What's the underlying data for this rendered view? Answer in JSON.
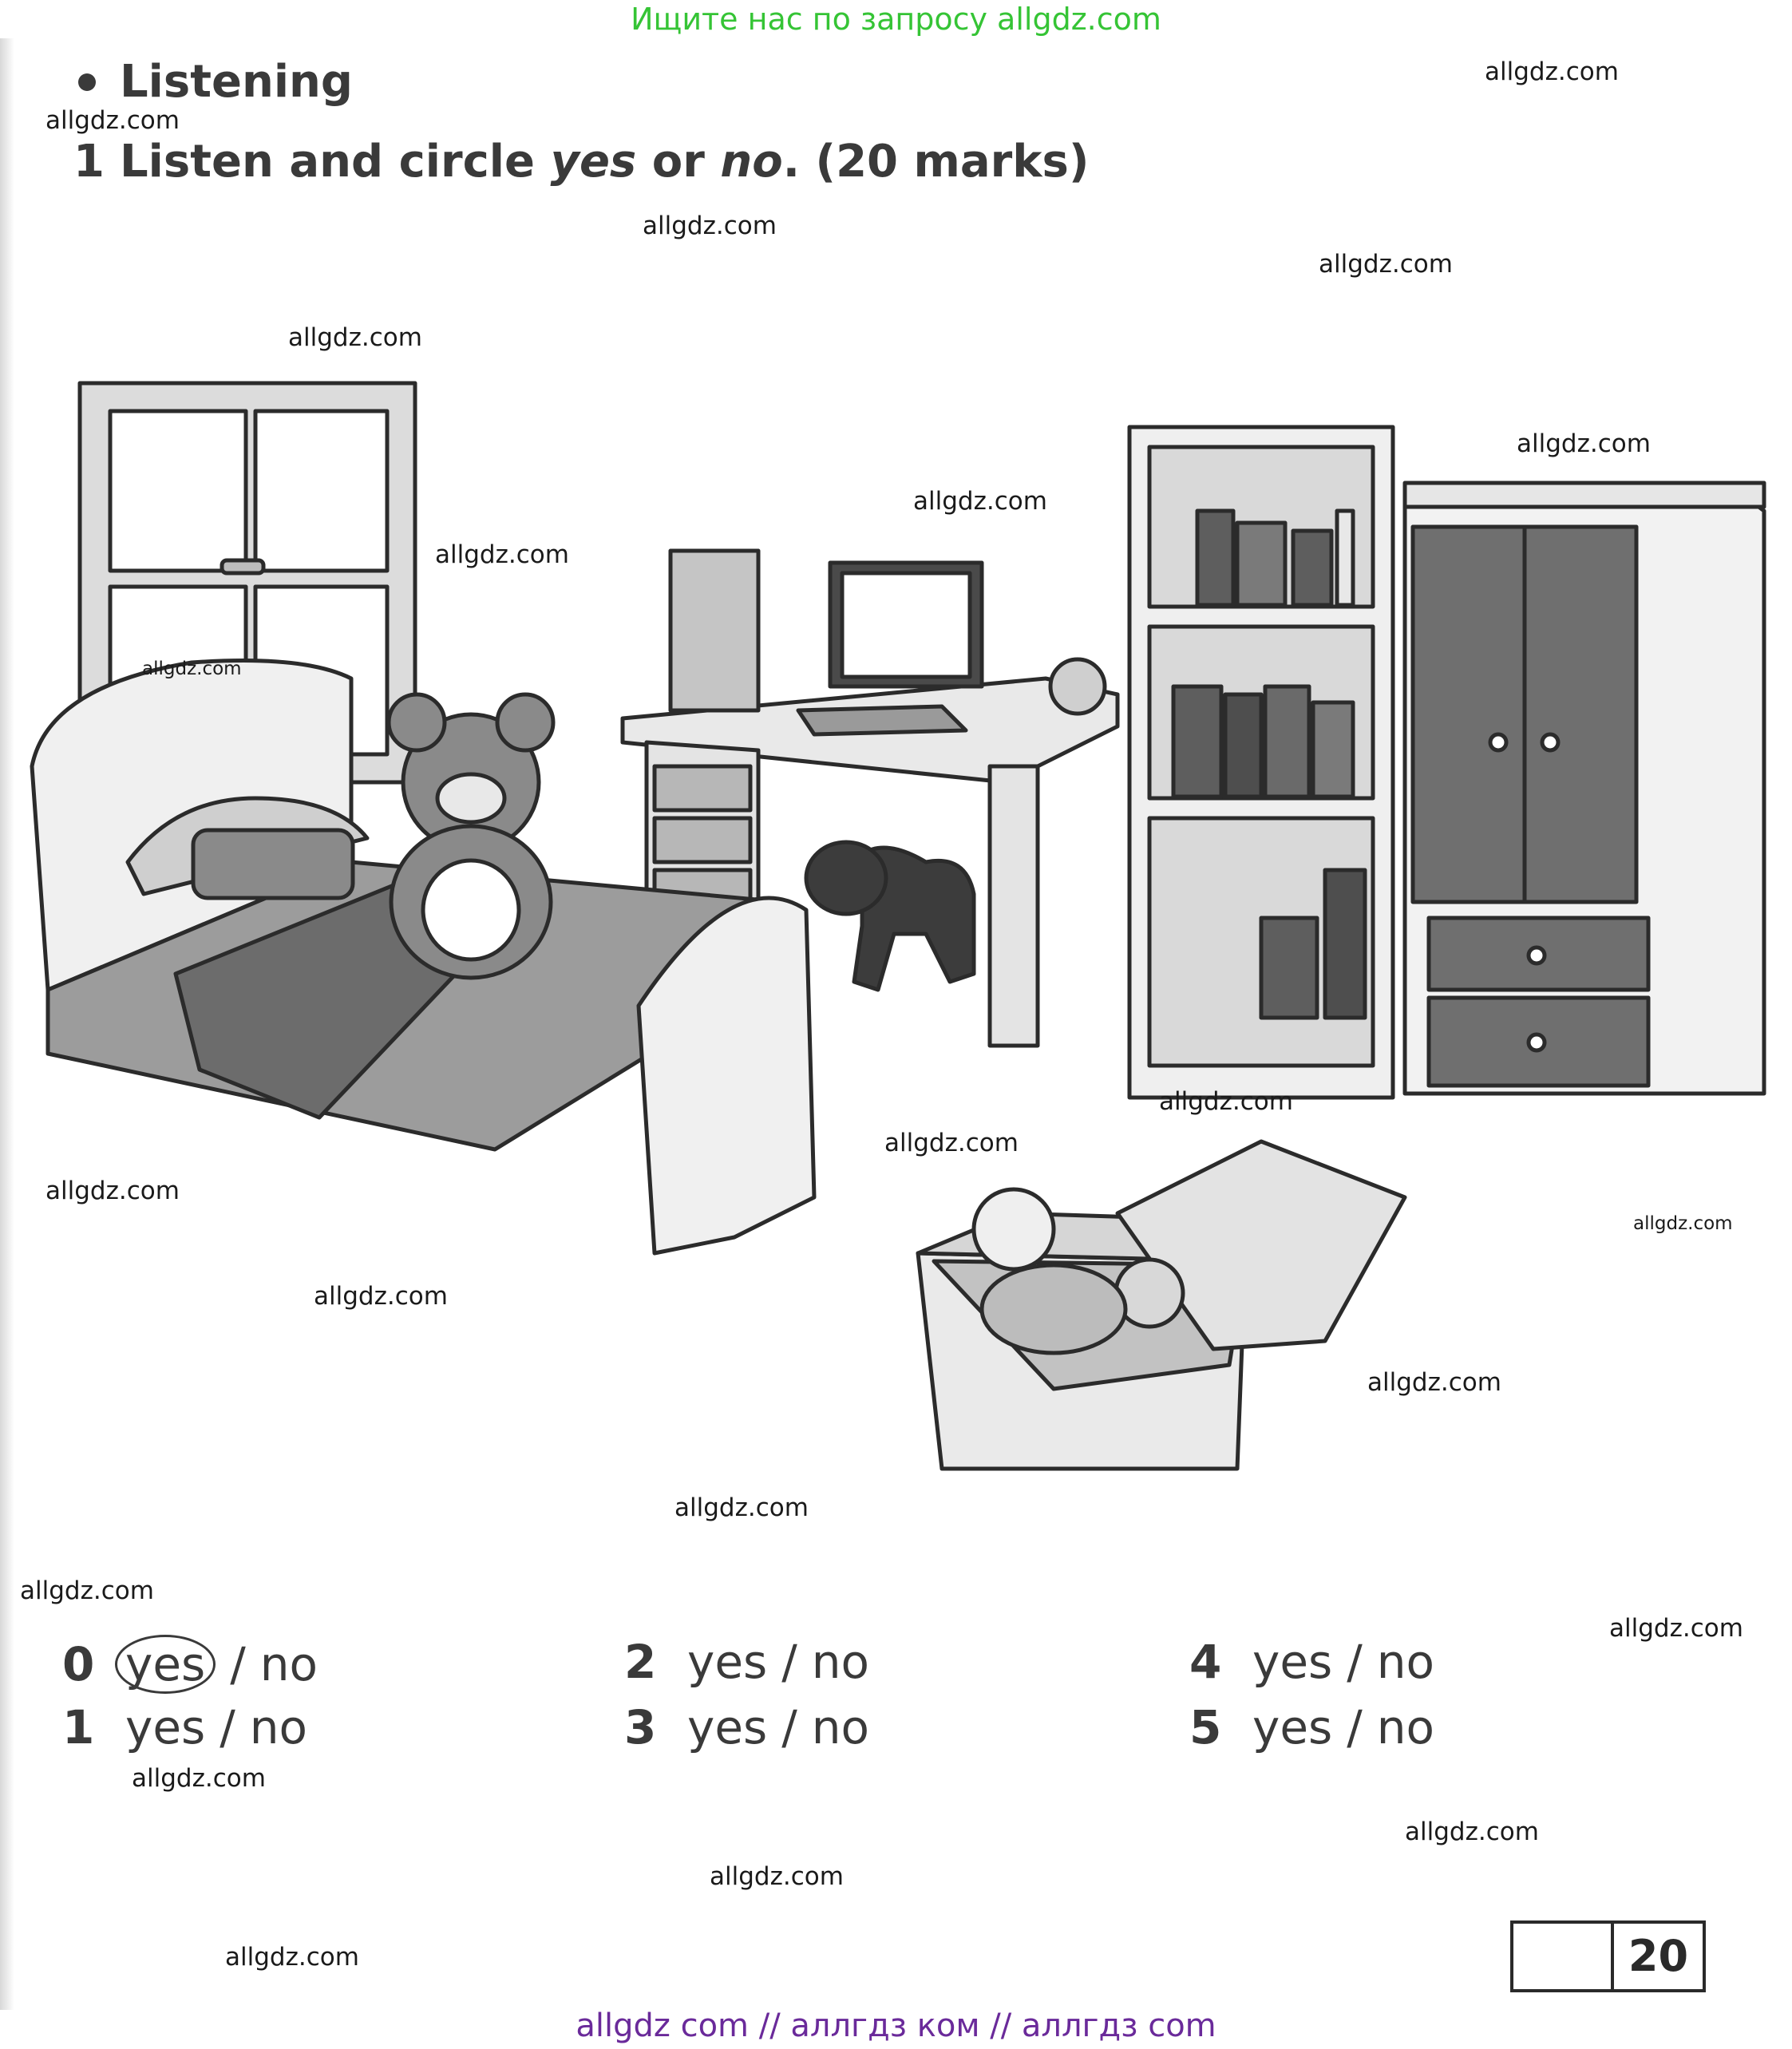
{
  "banner_top": "Ищите нас по запросу allgdz.com",
  "banner_bottom": "allgdz com  //  аллгдз ком  //  аллгдз com",
  "section": "Listening",
  "question": {
    "number": "1",
    "text_before": "Listen and circle ",
    "yes_word": "yes",
    "or_word": " or ",
    "no_word": "no",
    "text_after": ". (20 marks)"
  },
  "answers": [
    {
      "num": "0",
      "yes": "yes",
      "sep": "/",
      "no": "no",
      "circled": "yes"
    },
    {
      "num": "1",
      "yes": "yes",
      "sep": "/",
      "no": "no"
    },
    {
      "num": "2",
      "yes": "yes",
      "sep": "/",
      "no": "no"
    },
    {
      "num": "3",
      "yes": "yes",
      "sep": "/",
      "no": "no"
    },
    {
      "num": "4",
      "yes": "yes",
      "sep": "/",
      "no": "no"
    },
    {
      "num": "5",
      "yes": "yes",
      "sep": "/",
      "no": "no"
    }
  ],
  "score_total": "20",
  "watermark": "allgdz.com"
}
